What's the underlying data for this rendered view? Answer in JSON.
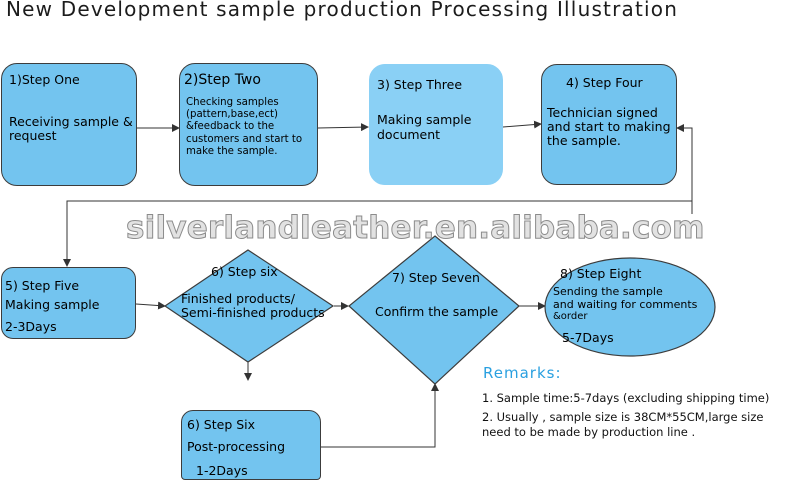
{
  "title": "New Development sample production Processing Illustration",
  "watermark": "silverlandleather.en.alibaba.com",
  "colors": {
    "box_fill": "#73c4ef",
    "box_fill_pale": "#8ad0f5",
    "outline": "#3c3c3c",
    "remarks_heading": "#2aa0e0"
  },
  "steps": [
    {
      "heading": "1)Step One",
      "lines": [
        "Receiving sample &",
        "request"
      ]
    },
    {
      "heading": "2)Step Two",
      "lines": [
        "Checking samples",
        "(pattern,base,ect)",
        "&feedback to the",
        "customers and start to",
        "make the sample."
      ]
    },
    {
      "heading": "3) Step Three",
      "lines": [
        "Making sample",
        "document"
      ]
    },
    {
      "heading": "4) Step Four",
      "lines": [
        "Technician signed",
        "and start to making",
        "the sample."
      ]
    },
    {
      "heading": "5) Step Five",
      "lines": [
        "Making sample",
        "2-3Days"
      ]
    },
    {
      "heading": "6) Step six",
      "lines": [
        "Finished products/",
        "Semi-finished products"
      ]
    },
    {
      "heading": "7) Step Seven",
      "lines": [
        "Confirm the sample"
      ]
    },
    {
      "heading": "8) Step Eight",
      "lines": [
        "Sending the sample",
        "and waiting for comments",
        "&order",
        "5-7Days"
      ]
    },
    {
      "heading": "6) Step Six",
      "lines": [
        "Post-processing",
        "1-2Days"
      ]
    }
  ],
  "remarks": {
    "heading": "Remarks:",
    "items": [
      "1. Sample time:5-7days (excluding shipping time)",
      "2. Usually , sample size is 38CM*55CM,large size",
      "need to be made by production line ."
    ]
  }
}
